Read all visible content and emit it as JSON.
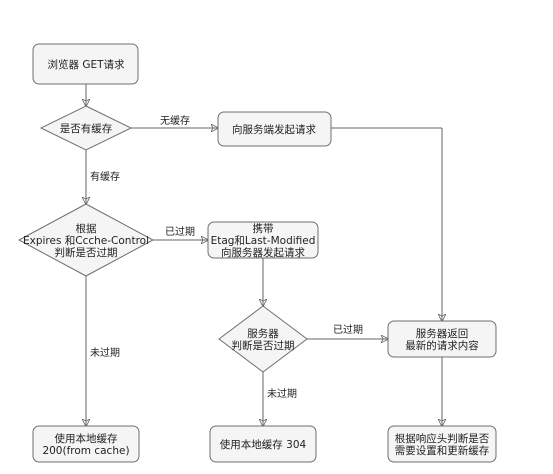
{
  "nodes": {
    "request": {
      "lines": [
        "浏览器 GET请求"
      ]
    },
    "has_cache": {
      "lines": [
        "是否有缓存"
      ]
    },
    "send_request": {
      "lines": [
        "向服务端发起请求"
      ]
    },
    "check_expiry": {
      "lines": [
        "根据",
        "Expires 和Ccche-Control",
        "判断是否过期"
      ]
    },
    "revalidate": {
      "lines": [
        "携带",
        "Etag和Last-Modified",
        "向服务器发起请求"
      ]
    },
    "server_check": {
      "lines": [
        "服务器",
        "判断是否过期"
      ]
    },
    "server_return": {
      "lines": [
        "服务器返回",
        "最新的请求内容"
      ]
    },
    "use_cache_200": {
      "lines": [
        "使用本地缓存",
        "200(from cache)"
      ]
    },
    "use_cache_304": {
      "lines": [
        "使用本地缓存 304"
      ]
    },
    "decide_cache": {
      "lines": [
        "根据响应头判断是否",
        "需要设置和更新缓存"
      ]
    }
  },
  "edges": {
    "no_cache": "无缓存",
    "has_cache": "有缓存",
    "expired_1": "已过期",
    "not_expired_1": "未过期",
    "expired_2": "已过期",
    "not_expired_2": "未过期"
  }
}
